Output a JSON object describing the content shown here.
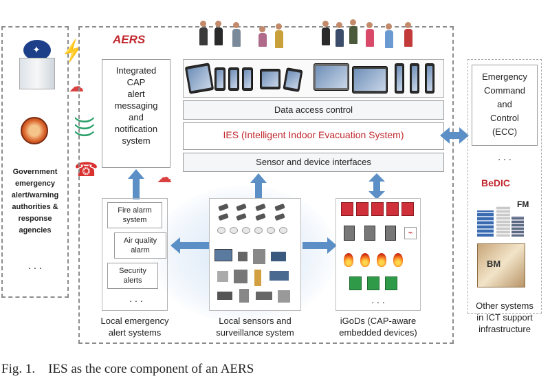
{
  "aers": {
    "label": "AERS"
  },
  "cap_box": {
    "text": "Integrated\nCAP\nalert\nmessaging\nand\nnotification\nsystem"
  },
  "core": {
    "data_access": "Data access control",
    "ies": "IES (Intelligent Indoor Evacuation System)",
    "sensor_if": "Sensor and device interfaces"
  },
  "left_column": {
    "text": "Government\nemergency\nalert/warning\nauthorities &\nresponse\nagencies",
    "ellipsis": ". . ."
  },
  "local_alert": {
    "items": [
      "Fire alarm\nsystem",
      "Air quality\nalarm",
      "Security\nalerts"
    ],
    "ellipsis": ". . .",
    "caption": "Local emergency\nalert systems"
  },
  "sensors": {
    "caption": "Local sensors and\nsurveillance system"
  },
  "igods": {
    "ellipsis": ". . .",
    "caption": "iGoDs (CAP-aware\nembedded devices)"
  },
  "right_column": {
    "ecc": "Emergency\nCommand\nand\nControl\n(ECC)",
    "ellipsis": ". . .",
    "bedic": "BeDIC",
    "fm": "FM",
    "bm": "BM",
    "caption": "Other systems\nin ICT support\ninfrastructure"
  },
  "figure_caption": "Fig. 1.    IES as the core component of an AERS",
  "colors": {
    "arrow": "#5b8fc6",
    "red": "#c0282e",
    "accent_blue": "#5b8fc6"
  }
}
